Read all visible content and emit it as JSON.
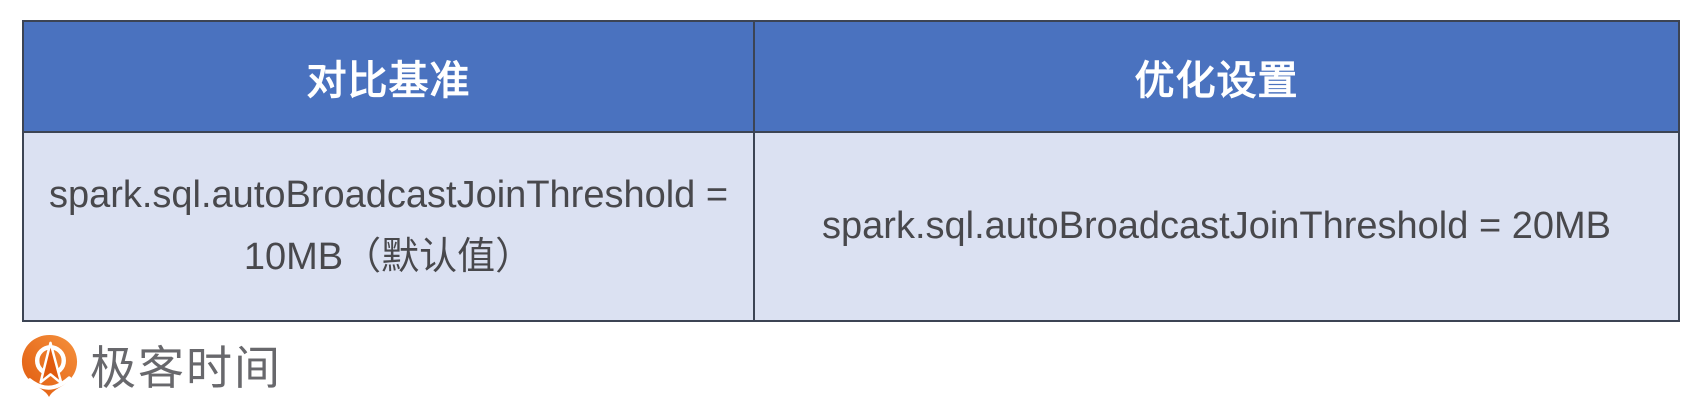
{
  "table": {
    "headers": [
      "对比基准",
      "优化设置"
    ],
    "rows": [
      [
        "spark.sql.autoBroadcastJoinThreshold = 10MB（默认值）",
        "spark.sql.autoBroadcastJoinThreshold = 20MB"
      ]
    ]
  },
  "branding": {
    "logo_text": "极客时间"
  },
  "colors": {
    "header_bg": "#4a72bf",
    "row_bg": "#dbe1f2",
    "border_color": "#3c4454",
    "header_text": "#ffffff",
    "body_text": "#48484c",
    "logo_orange": "#ec6a1e",
    "logo_orange_dark": "#e05a0e",
    "logo_orange_light": "#f5913d",
    "logo_text_gray": "#68686c",
    "canvas_bg": "#ffffff"
  }
}
